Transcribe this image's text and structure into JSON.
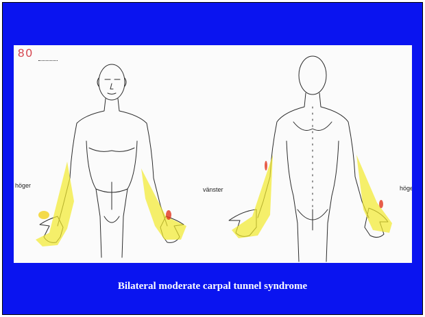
{
  "caption": "Bilateral moderate carpal tunnel syndrome",
  "form_number": "80",
  "labels": {
    "front_right": "höger",
    "back_left": "vänster",
    "back_right": "höge"
  },
  "colors": {
    "background_blue": "#0a14f0",
    "symptom_yellow": "#f2ea2c",
    "symptom_red": "#e2361e"
  }
}
